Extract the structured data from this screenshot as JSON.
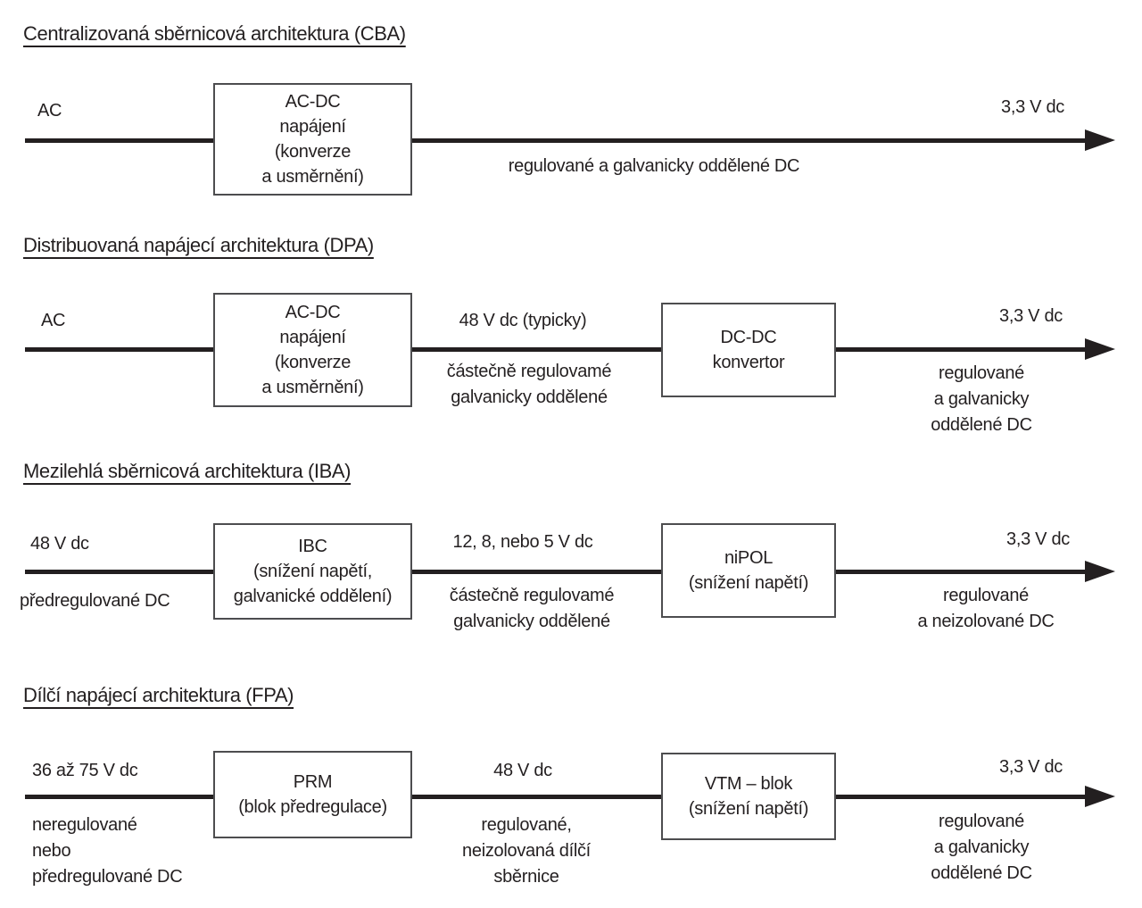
{
  "colors": {
    "text": "#231f20",
    "line": "#231f20",
    "box_border": "#4d4d4f",
    "background": "#ffffff"
  },
  "diagram": {
    "sections": [
      {
        "title": "Centralizovaná sběrnicová architektura (CBA)",
        "input_label": "AC",
        "boxes": [
          {
            "label": "AC-DC\nnapájení\n(konverze\na usměrnění)"
          }
        ],
        "output_label": "3,3 V dc",
        "output_sublabel": "regulované a galvanicky oddělené DC"
      },
      {
        "title": "Distribuovaná napájecí architektura (DPA)",
        "input_label": "AC",
        "boxes": [
          {
            "label": "AC-DC\nnapájení\n(konverze\na usměrnění)"
          },
          {
            "label": "DC-DC\nkonvertor"
          }
        ],
        "mid_label": "48 V dc (typicky)",
        "mid_sublabel": "částečně regulovamé\ngalvanicky oddělené",
        "output_label": "3,3 V dc",
        "output_sublabel": "regulované\na galvanicky oddělené DC"
      },
      {
        "title": "Mezilehlá sběrnicová architektura (IBA)",
        "input_label": "48 V dc",
        "input_sublabel": "předregulované DC",
        "boxes": [
          {
            "label": "IBC\n(snížení napětí,\ngalvanické oddělení)"
          },
          {
            "label": "niPOL\n(snížení napětí)"
          }
        ],
        "mid_label": "12, 8, nebo 5 V dc",
        "mid_sublabel": "částečně regulovamé\ngalvanicky oddělené",
        "output_label": "3,3 V dc",
        "output_sublabel": "regulované\na neizolované DC"
      },
      {
        "title": "Dílčí napájecí architektura (FPA)",
        "input_label": "36 až 75 V dc",
        "input_sublabel": "neregulované\nnebo\npředregulované DC",
        "boxes": [
          {
            "label": "PRM\n(blok předregulace)"
          },
          {
            "label": "VTM – blok\n(snížení napětí)"
          }
        ],
        "mid_label": "48 V dc",
        "mid_sublabel": "regulované,\nneizolovaná dílčí\nsběrnice",
        "output_label": "3,3 V dc",
        "output_sublabel": "regulované\na galvanicky oddělené DC"
      }
    ]
  }
}
